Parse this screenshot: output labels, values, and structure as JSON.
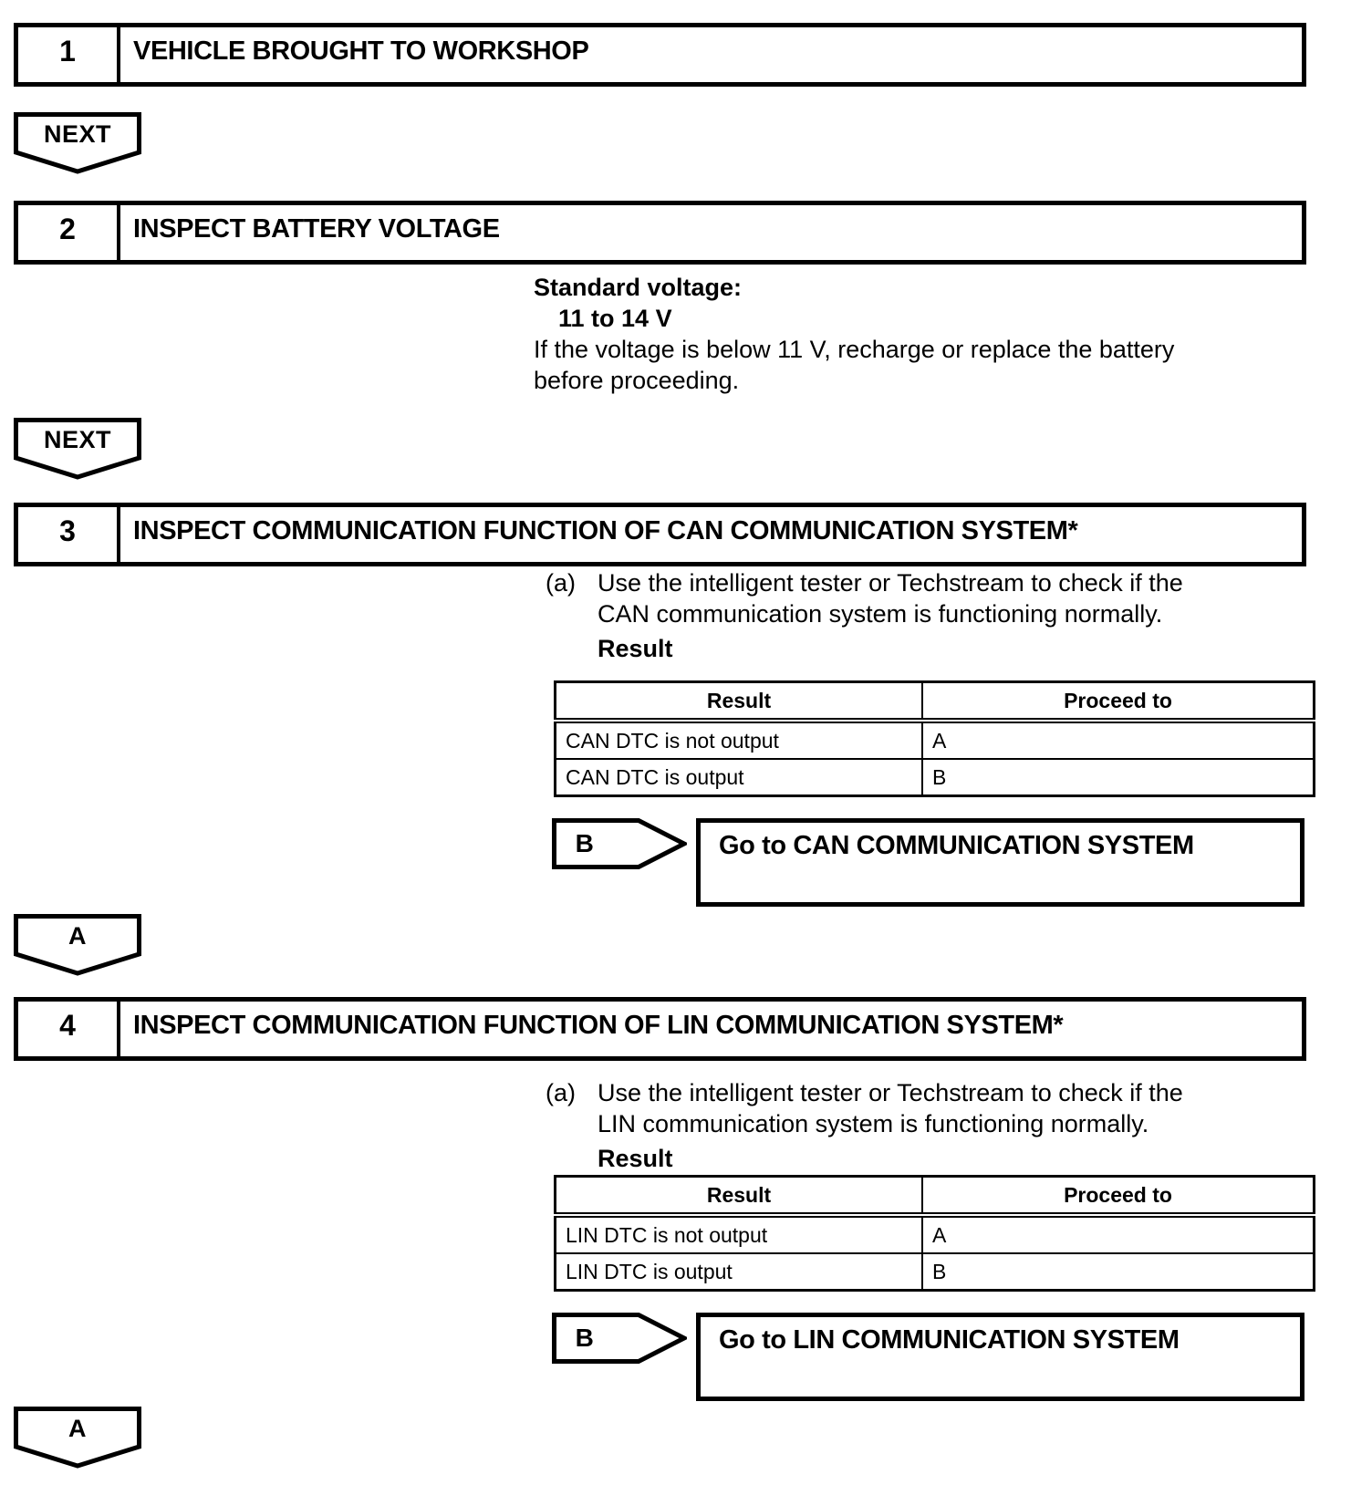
{
  "colors": {
    "ink": "#000000",
    "paper": "#ffffff"
  },
  "connector_labels": {
    "next": "NEXT",
    "a": "A",
    "b": "B"
  },
  "steps": [
    {
      "number": "1",
      "title": "VEHICLE BROUGHT TO WORKSHOP"
    },
    {
      "number": "2",
      "title": "INSPECT BATTERY VOLTAGE"
    },
    {
      "number": "3",
      "title": "INSPECT COMMUNICATION FUNCTION OF CAN COMMUNICATION SYSTEM*"
    },
    {
      "number": "4",
      "title": "INSPECT COMMUNICATION FUNCTION OF LIN COMMUNICATION SYSTEM*"
    }
  ],
  "battery_check": {
    "spec_label": "Standard voltage:",
    "spec_value": "11 to 14 V",
    "note_line1": "If the voltage is below 11 V, recharge or replace the battery",
    "note_line2": "before proceeding."
  },
  "sections": [
    {
      "item_label": "(a)",
      "instruction_line1": "Use the intelligent tester or Techstream to check if the",
      "instruction_line2": "CAN communication system is functioning normally.",
      "result_caption": "Result",
      "table": {
        "headers": [
          "Result",
          "Proceed to"
        ],
        "rows": [
          {
            "result": "CAN DTC is not output",
            "proceed": "A"
          },
          {
            "result": "CAN DTC is output",
            "proceed": "B"
          }
        ]
      },
      "branch": {
        "label": "B",
        "action": "Go to CAN COMMUNICATION SYSTEM"
      }
    },
    {
      "item_label": "(a)",
      "instruction_line1": "Use the intelligent tester or Techstream to check if the",
      "instruction_line2": "LIN communication system is functioning normally.",
      "result_caption": "Result",
      "table": {
        "headers": [
          "Result",
          "Proceed to"
        ],
        "rows": [
          {
            "result": "LIN DTC is not output",
            "proceed": "A"
          },
          {
            "result": "LIN DTC is output",
            "proceed": "B"
          }
        ]
      },
      "branch": {
        "label": "B",
        "action": "Go to LIN COMMUNICATION SYSTEM"
      }
    }
  ]
}
